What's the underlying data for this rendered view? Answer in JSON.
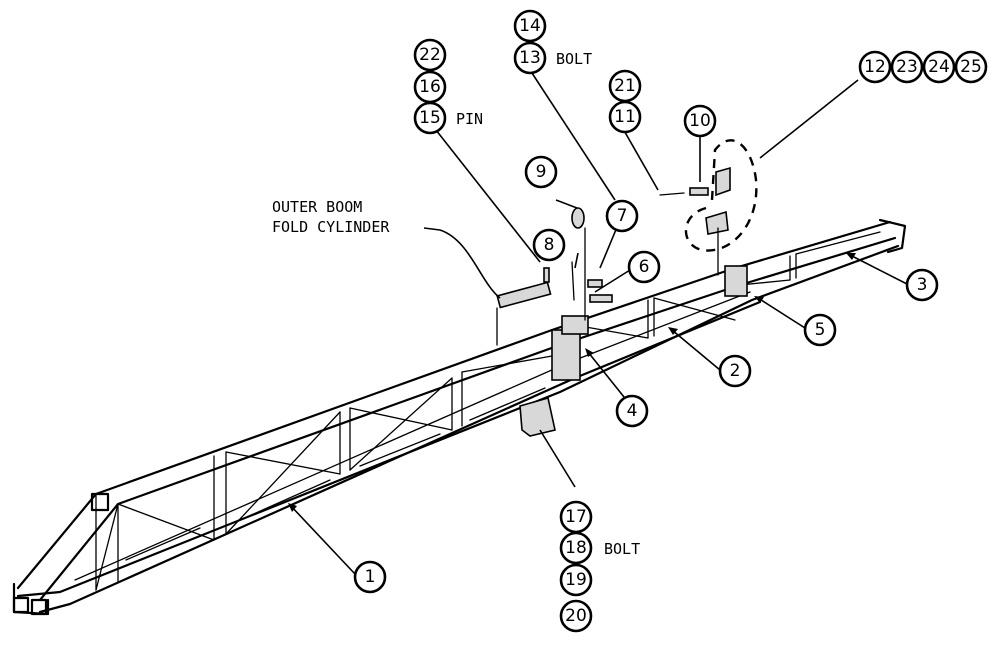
{
  "callouts": {
    "n1": "1",
    "n2": "2",
    "n3": "3",
    "n4": "4",
    "n5": "5",
    "n6": "6",
    "n7": "7",
    "n8": "8",
    "n9": "9",
    "n10": "10",
    "n11": "11",
    "n12": "12",
    "n13": "13",
    "n14": "14",
    "n15": "15",
    "n16": "16",
    "n17": "17",
    "n18": "18",
    "n19": "19",
    "n20": "20",
    "n21": "21",
    "n22": "22",
    "n23": "23",
    "n24": "24",
    "n25": "25"
  },
  "labels": {
    "bolt_top": "BOLT",
    "pin": "PIN",
    "bolt_bottom": "BOLT",
    "cylinder_line1": "OUTER BOOM",
    "cylinder_line2": "FOLD CYLINDER"
  }
}
